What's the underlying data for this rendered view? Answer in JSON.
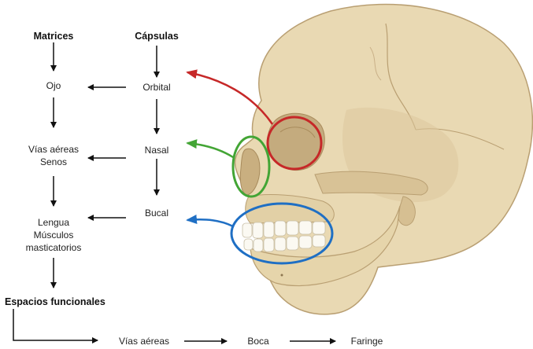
{
  "headers": {
    "matrices": "Matrices",
    "capsulas": "Cápsulas",
    "espacios": "Espacios funcionales"
  },
  "matrices": {
    "ojo": "Ojo",
    "vias_line1": "Vías aéreas",
    "vias_line2": "Senos",
    "lengua_line1": "Lengua",
    "lengua_line2": "Músculos",
    "lengua_line3": "masticatorios"
  },
  "capsulas": {
    "orbital": "Orbital",
    "nasal": "Nasal",
    "bucal": "Bucal"
  },
  "espacios": {
    "vias": "Vías aéreas",
    "boca": "Boca",
    "faringe": "Faringe"
  },
  "colors": {
    "orbital": "#c62828",
    "nasal": "#43a535",
    "bucal": "#1f6fc4",
    "bone": "#e9d9b3",
    "arrow": "#111111"
  },
  "icons": {
    "skull": "skull-illustration"
  }
}
